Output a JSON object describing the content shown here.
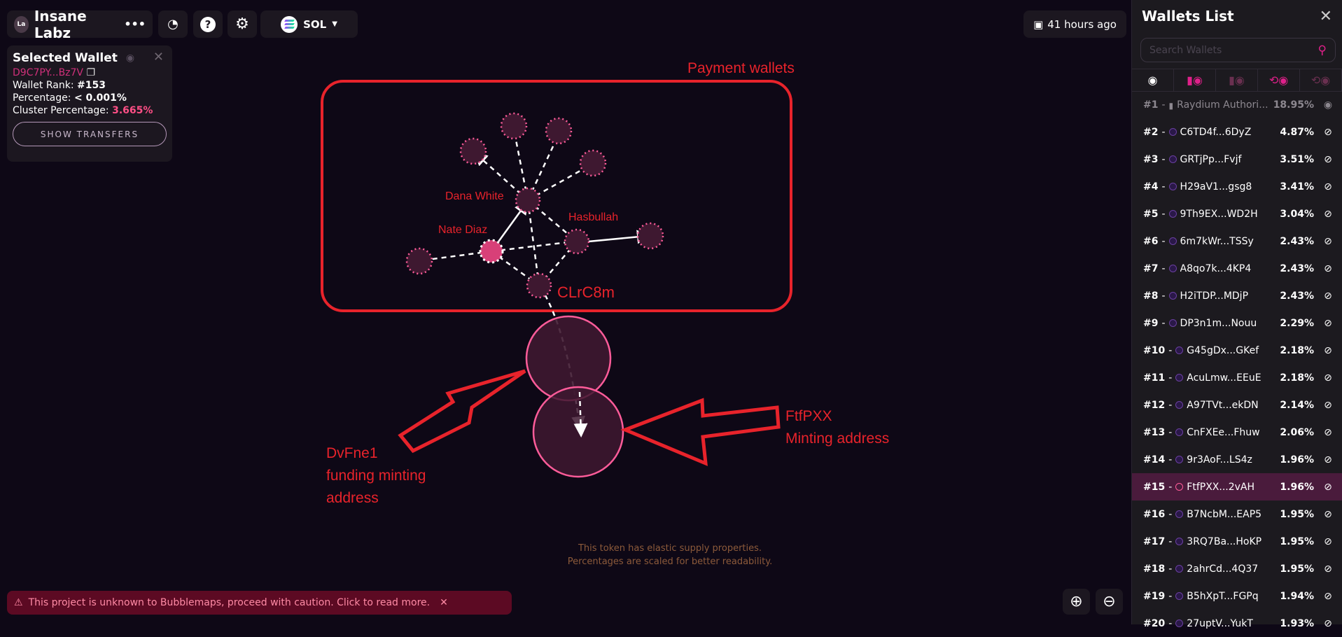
{
  "header": {
    "project_name": "Insane Labz",
    "logo_text": "La",
    "more_label": "•••",
    "chain": "SOL",
    "time_ago": "41 hours ago"
  },
  "selected_wallet": {
    "title": "Selected Wallet",
    "address": "D9C7PY...Bz7V",
    "rank_label": "Wallet Rank: ",
    "rank": "#153",
    "percentage_label": "Percentage: ",
    "percentage": "< 0.001%",
    "cluster_label": "Cluster Percentage: ",
    "cluster_percentage": "3.665%",
    "show_transfers": "SHOW TRANSFERS"
  },
  "sidebar": {
    "title": "Wallets List",
    "search_placeholder": "Search Wallets",
    "wallets": [
      {
        "rank": "#1",
        "name": "Raydium Authori...",
        "pct": "18.95%",
        "type": "contract",
        "visible": true
      },
      {
        "rank": "#2",
        "name": "C6TD4f...6DyZ",
        "pct": "4.87%"
      },
      {
        "rank": "#3",
        "name": "GRTjPp...Fvjf",
        "pct": "3.51%"
      },
      {
        "rank": "#4",
        "name": "H29aV1...gsg8",
        "pct": "3.41%"
      },
      {
        "rank": "#5",
        "name": "9Th9EX...WD2H",
        "pct": "3.04%"
      },
      {
        "rank": "#6",
        "name": "6m7kWr...TSSy",
        "pct": "2.43%"
      },
      {
        "rank": "#7",
        "name": "A8qo7k...4KP4",
        "pct": "2.43%"
      },
      {
        "rank": "#8",
        "name": "H2iTDP...MDjP",
        "pct": "2.43%"
      },
      {
        "rank": "#9",
        "name": "DP3n1m...Nouu",
        "pct": "2.29%"
      },
      {
        "rank": "#10",
        "name": "G45gDx...GKef",
        "pct": "2.18%"
      },
      {
        "rank": "#11",
        "name": "AcuLmw...EEuE",
        "pct": "2.18%"
      },
      {
        "rank": "#12",
        "name": "A97TVt...ekDN",
        "pct": "2.14%"
      },
      {
        "rank": "#13",
        "name": "CnFXEe...Fhuw",
        "pct": "2.06%"
      },
      {
        "rank": "#14",
        "name": "9r3AoF...LS4z",
        "pct": "1.96%"
      },
      {
        "rank": "#15",
        "name": "FtfPXX...2vAH",
        "pct": "1.96%",
        "highlighted": true
      },
      {
        "rank": "#16",
        "name": "B7NcbM...EAP5",
        "pct": "1.95%"
      },
      {
        "rank": "#17",
        "name": "3RQ7Ba...HoKP",
        "pct": "1.95%"
      },
      {
        "rank": "#18",
        "name": "2ahrCd...4Q37",
        "pct": "1.95%"
      },
      {
        "rank": "#19",
        "name": "B5hXpT...FGPq",
        "pct": "1.94%"
      },
      {
        "rank": "#20",
        "name": "27uptV...YukT",
        "pct": "1.93%"
      }
    ]
  },
  "graph": {
    "node_labels": {
      "dana": "Dana White",
      "nate": "Nate Diaz",
      "hasbullah": "Hasbullah",
      "clrc": "CLrC8m"
    },
    "annotations": {
      "box_label": "Payment wallets",
      "left_1": "DvFne1",
      "left_2": "funding minting",
      "left_3": "address",
      "right_1": "FtfPXX",
      "right_2": "Minting address"
    },
    "note_1": "This token has elastic supply properties.",
    "note_2": "Percentages are scaled for better readability.",
    "colors": {
      "annotation": "#e8232b",
      "bubble_stroke": "#ff5c9a",
      "bubble_fill": "#3e1830"
    }
  },
  "warning": {
    "text": "This project is unknown to Bubblemaps, proceed with caution. Click to read more."
  },
  "zoom": {
    "in": "⊕",
    "out": "⊖"
  }
}
